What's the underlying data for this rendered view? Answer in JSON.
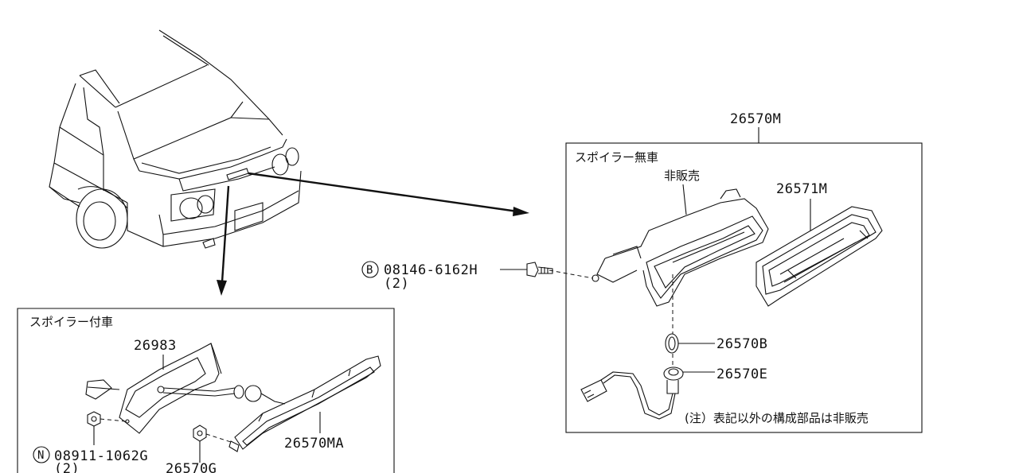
{
  "top_right": {
    "part_assembly": "26570M",
    "box_title": "スポイラー無車",
    "not_sold": "非販売",
    "lens": "26571M",
    "bolt": "08146-6162H",
    "bolt_prefix": "B",
    "bolt_qty": "(2)",
    "bulb": "26570B",
    "socket": "26570E",
    "note": "(注）表記以外の構成部品は非販売"
  },
  "bottom_left": {
    "box_title": "スポイラー付車",
    "bracket": "26983",
    "nut": "08911-1062G",
    "nut_prefix": "N",
    "nut_qty": "(2)",
    "lamp": "26570MA",
    "grommet": "26570G"
  }
}
